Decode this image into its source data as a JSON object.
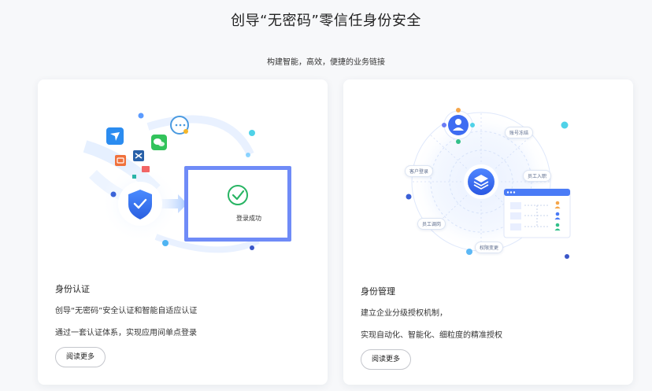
{
  "header": {
    "title": "创导“无密码”零信任身份安全",
    "subtitle": "构建智能，高效，便捷的业务链接"
  },
  "cards": [
    {
      "title": "身份认证",
      "lines": [
        "创导“无密码”安全认证和智能自适应认证",
        "通过一套认证体系，实现应用间单点登录"
      ],
      "button": "阅读更多",
      "illustration": {
        "success_text": "登录成功",
        "icons": [
          "feishu-icon",
          "wechat-work-icon",
          "wechat-icon",
          "dingtalk-icon",
          "app-icon",
          "shield-check-icon",
          "success-check-icon"
        ]
      }
    },
    {
      "title": "身份管理",
      "lines": [
        "建立企业分级授权机制，",
        "实现自动化、智能化、细粒度的精准授权"
      ],
      "button": "阅读更多",
      "illustration": {
        "labels": [
          "账号冻结",
          "客户登录",
          "员工入职",
          "员工调岗",
          "权限变更"
        ],
        "icons": [
          "user-avatar-icon",
          "layers-icon",
          "org-table-icon"
        ]
      }
    }
  ],
  "colors": {
    "accent": "#3f6df5",
    "card_bg": "#ffffff",
    "page_bg": "#f7f8fa",
    "success_green": "#28b463"
  }
}
